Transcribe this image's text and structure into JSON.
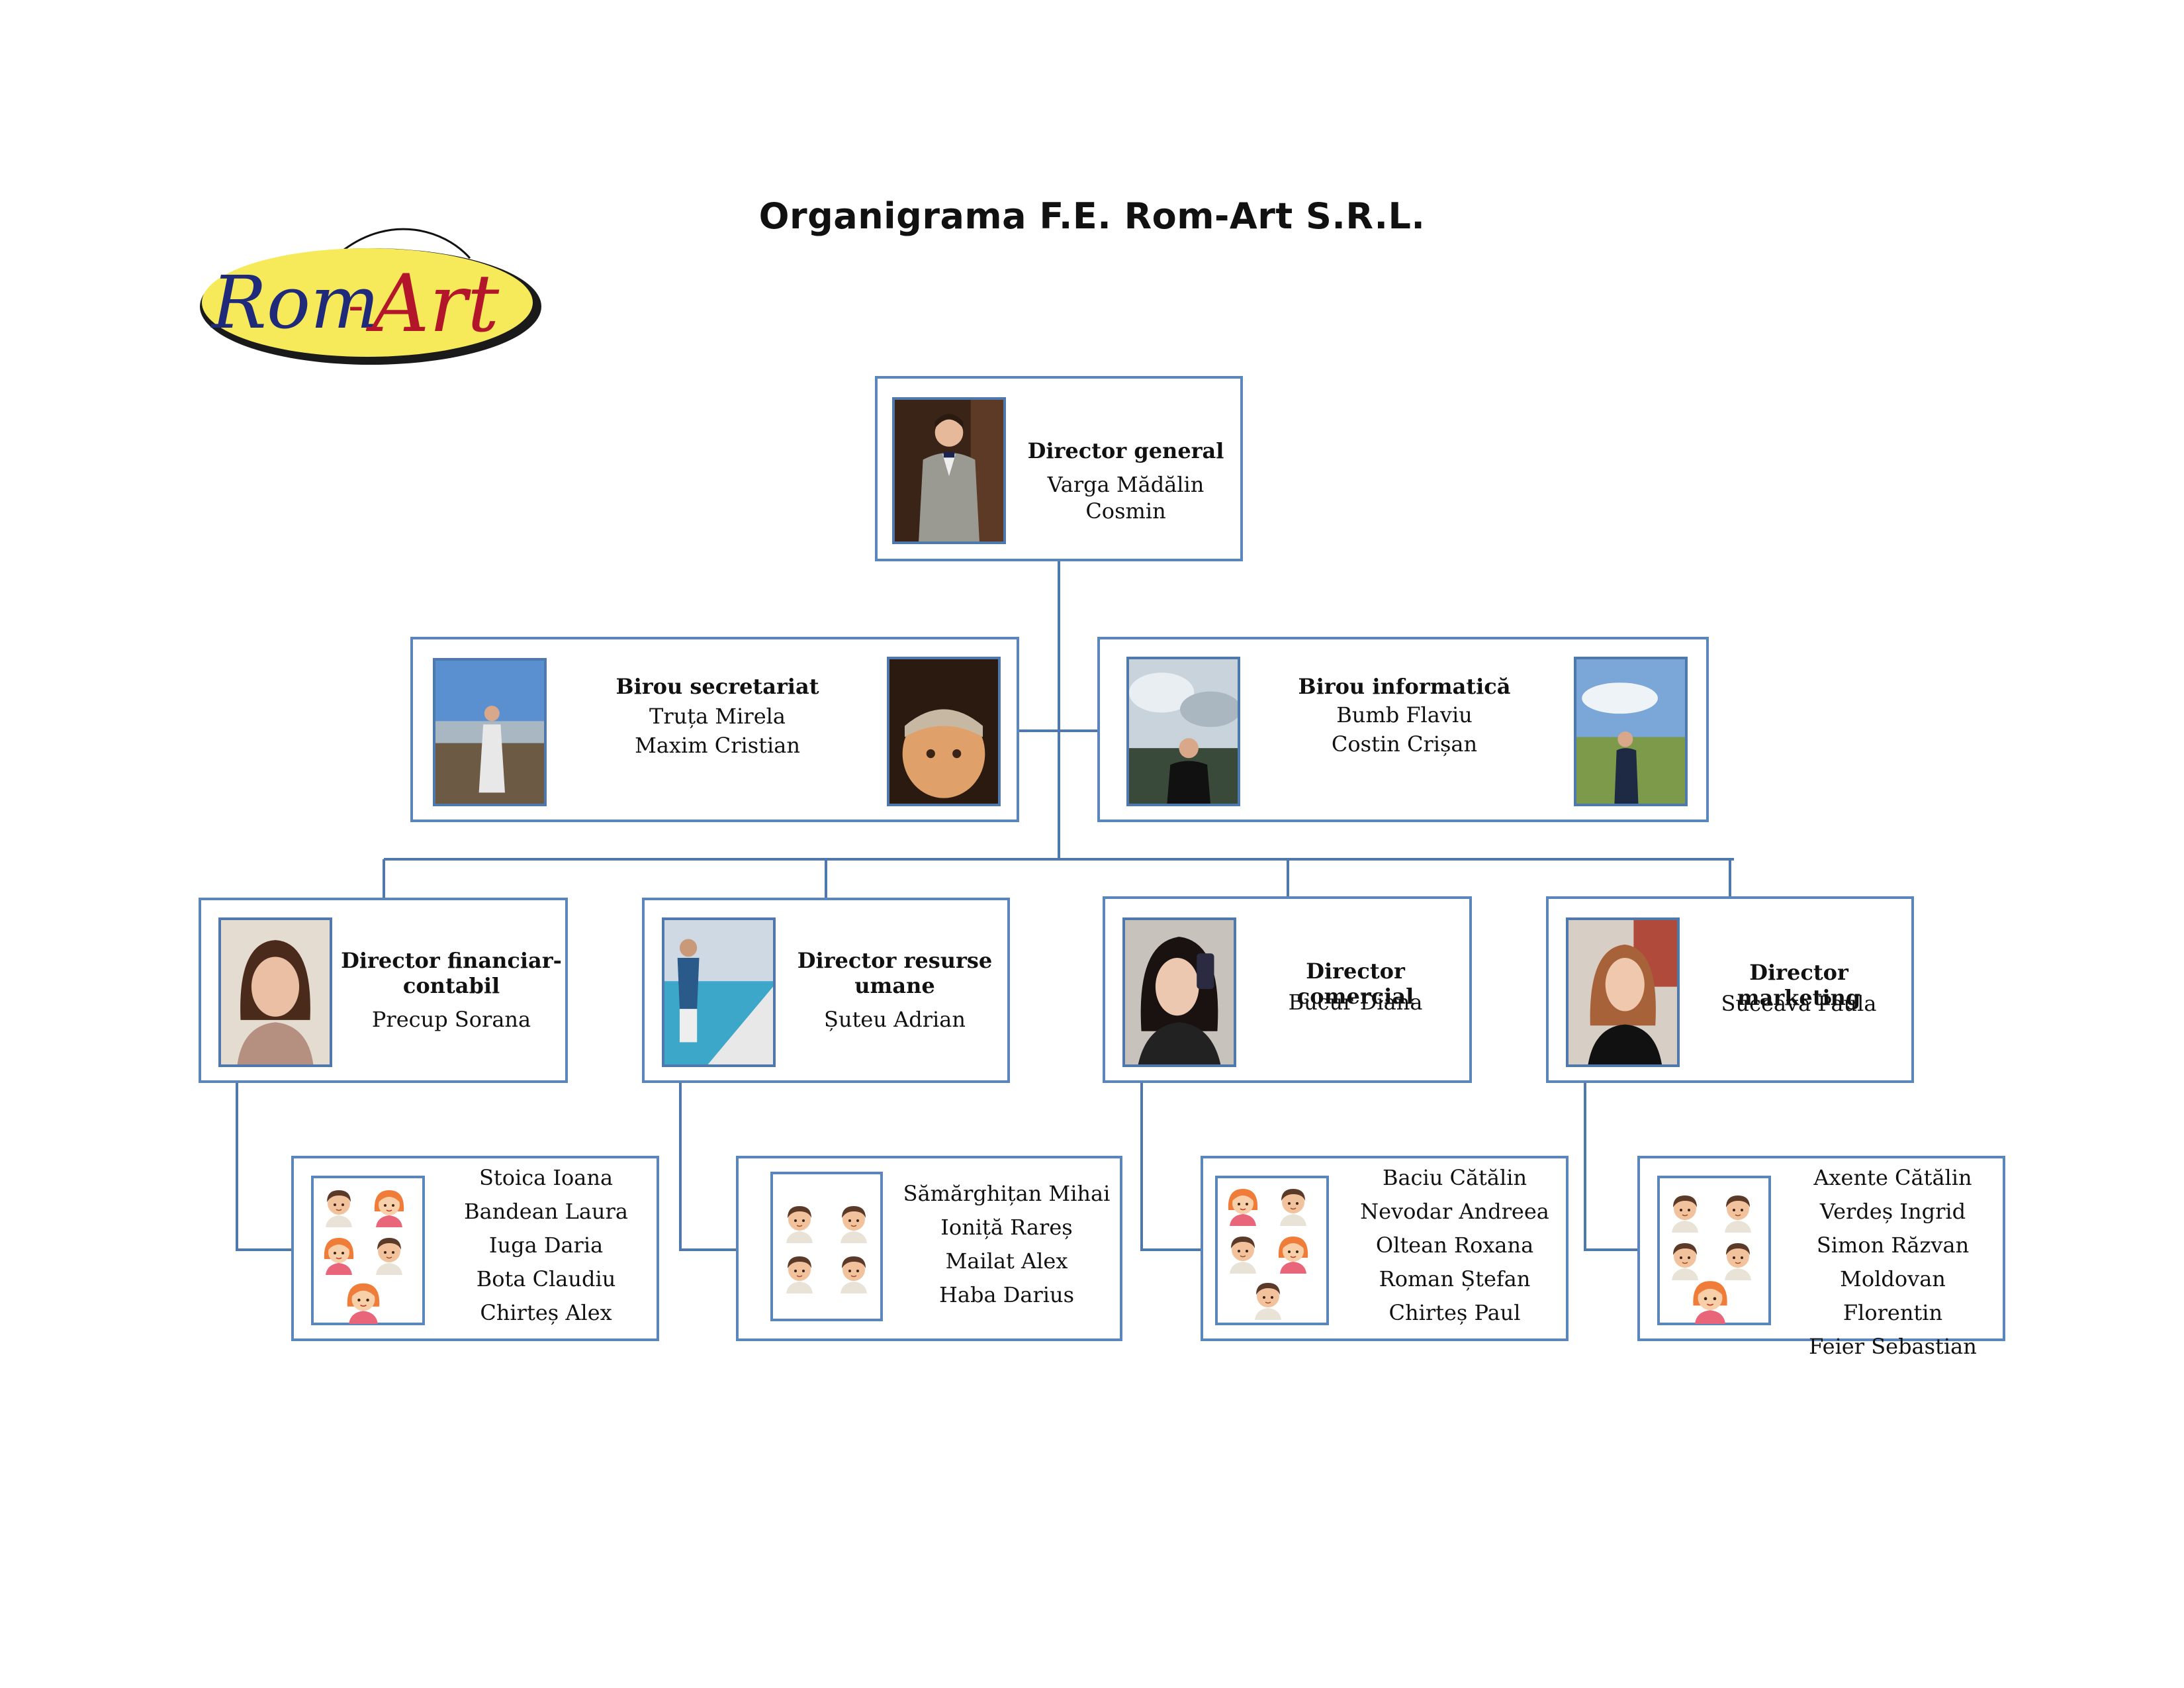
{
  "title": "Organigrama F.E. Rom-Art S.R.L.",
  "logo": {
    "text": "Rom-Art",
    "colors": {
      "ellipse": "#f7ea5a",
      "rom": "#1f2b7a",
      "art": "#b3162a"
    }
  },
  "colors": {
    "box_border": "#5b86bb",
    "connector": "#4f79ad"
  },
  "director_general": {
    "title": "Director general",
    "name": "Varga Mădălin Cosmin"
  },
  "birou_secretariat": {
    "title": "Birou secretariat",
    "names": [
      "Truța Mirela",
      "Maxim Cristian"
    ]
  },
  "birou_informatica": {
    "title": "Birou informatică",
    "names": [
      "Bumb Flaviu",
      "Costin Crișan"
    ]
  },
  "directors": [
    {
      "title": "Director financiar-contabil",
      "title_line1": "Director financiar-",
      "title_line2": "contabil",
      "name": "Precup Sorana"
    },
    {
      "title": "Director resurse umane",
      "title_line1": "Director resurse",
      "title_line2": "umane",
      "name": "Șuteu Adrian"
    },
    {
      "title": "Director comercial",
      "name": "Bucur Diana"
    },
    {
      "title": "Director marketing",
      "name": "Suceava Paula"
    }
  ],
  "teams": [
    {
      "members": [
        "Stoica Ioana",
        "Bandean Laura",
        "Iuga Daria",
        "Bota Claudiu",
        "Chirteș Alex"
      ]
    },
    {
      "members": [
        "Sămărghițan Mihai",
        "Ioniță Rareș",
        "Mailat Alex",
        "Haba Darius"
      ]
    },
    {
      "members": [
        "Baciu Cătălin",
        "Nevodar Andreea",
        "Oltean Roxana",
        "Roman Ștefan",
        "Chirteș Paul"
      ]
    },
    {
      "members": [
        "Axente Cătălin",
        "Verdeș Ingrid",
        "Simon Răzvan",
        "Moldovan Florentin",
        "Feier Sebastian"
      ]
    }
  ]
}
